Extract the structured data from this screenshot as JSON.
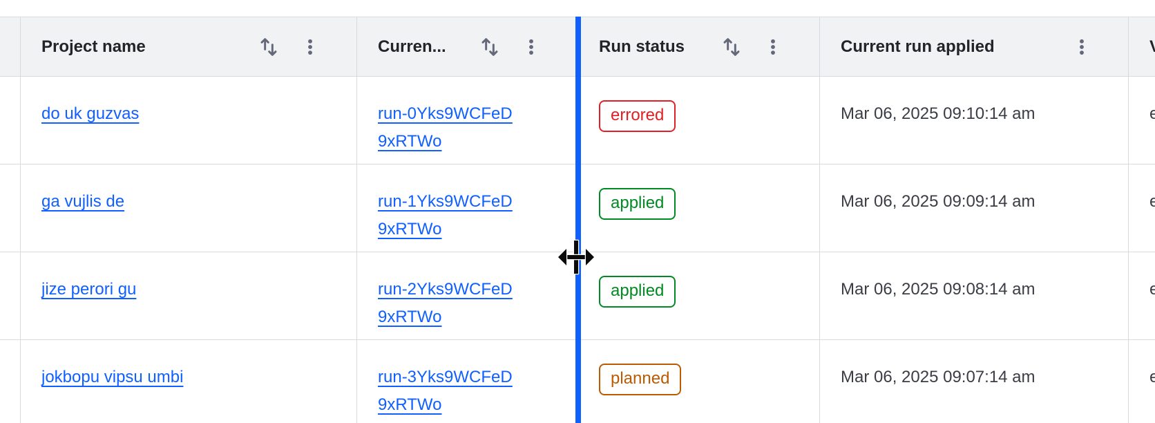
{
  "table": {
    "columns": [
      {
        "label": "Project name",
        "sort": true,
        "menu": true
      },
      {
        "label": "Curren...",
        "sort": true,
        "menu": true
      },
      {
        "label": "Run status",
        "sort": true,
        "menu": true
      },
      {
        "label": "Current run applied",
        "sort": false,
        "menu": true
      },
      {
        "label": "V",
        "sort": false,
        "menu": false
      }
    ],
    "rows": [
      {
        "project": "do uk guzvas",
        "run_line1": "run-0Yks9WCFeD",
        "run_line2": "9xRTWo",
        "status": "errored",
        "status_color": "#e12025",
        "applied_at": "Mar 06, 2025 09:10:14 am",
        "extra": "e"
      },
      {
        "project": "ga vujlis de",
        "run_line1": "run-1Yks9WCFeD",
        "run_line2": "9xRTWo",
        "status": "applied",
        "status_color": "#008a22",
        "applied_at": "Mar 06, 2025 09:09:14 am",
        "extra": "e"
      },
      {
        "project": "jize perori gu",
        "run_line1": "run-2Yks9WCFeD",
        "run_line2": "9xRTWo",
        "status": "applied",
        "status_color": "#008a22",
        "applied_at": "Mar 06, 2025 09:08:14 am",
        "extra": "e"
      },
      {
        "project": "jokbopu vipsu umbi",
        "run_line1": "run-3Yks9WCFeD",
        "run_line2": "9xRTWo",
        "status": "planned",
        "status_color": "#bb5a00",
        "applied_at": "Mar 06, 2025 09:07:14 am",
        "extra": "e"
      }
    ]
  },
  "icons": {
    "sort": "sort-arrows-icon",
    "menu": "kebab-menu-icon",
    "pointer": "col-resize-cursor"
  },
  "colors": {
    "link": "#1060ff",
    "resize_line": "#1060ff",
    "header_bg": "#f1f2f3",
    "border": "#d8dade",
    "header_text": "#22242a",
    "body_text": "#3b3d45",
    "icon": "#63687a",
    "status_errored": "#e12025",
    "status_applied": "#008a22",
    "status_planned": "#bb5a00"
  }
}
